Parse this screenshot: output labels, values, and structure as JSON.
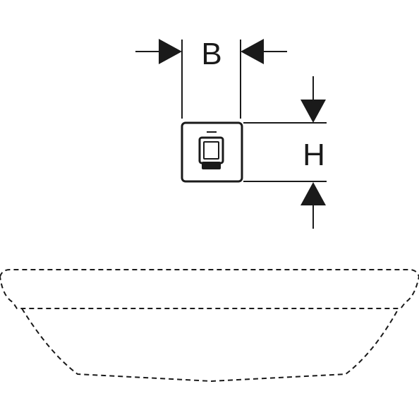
{
  "dimensions": {
    "width_label": "B",
    "height_label": "H"
  },
  "colors": {
    "line": "#1a1a1a",
    "background": "#ffffff"
  },
  "icons": {
    "control_unit": "flush-plate-button-icon",
    "outline": "washbasin-outline-dashed"
  }
}
